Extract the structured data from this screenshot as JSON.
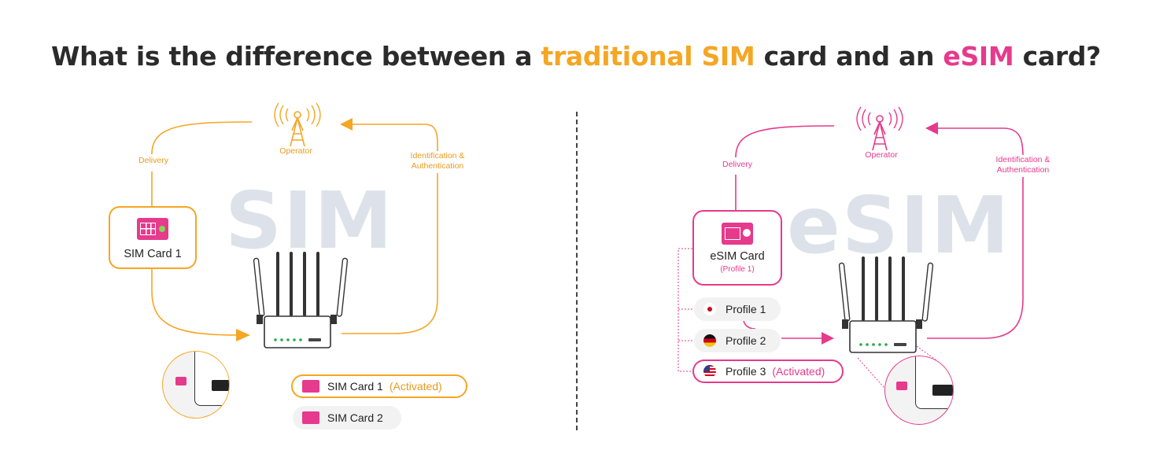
{
  "title": {
    "part1": "What is the difference between a ",
    "sim_word": "traditional SIM",
    "part2": " card and an ",
    "esim_word": "eSIM",
    "part3": " card?"
  },
  "colors": {
    "sim_accent": "#F5A623",
    "esim_accent": "#E63A8D",
    "watermark": "#dde2ea",
    "text": "#2b2b2b"
  },
  "sim_panel": {
    "watermark": "SIM",
    "operator_label": "Operator",
    "delivery_label": "Delivery",
    "identification_label": "Identification &\nAuthentication",
    "card_label": "SIM Card 1",
    "options": [
      {
        "label": "SIM Card 1",
        "status": "(Activated)"
      },
      {
        "label": "SIM Card 2",
        "status": ""
      }
    ],
    "icons": [
      "tower-icon",
      "sim-card-icon",
      "router-icon"
    ]
  },
  "esim_panel": {
    "watermark": "eSIM",
    "operator_label": "Operator",
    "delivery_label": "Delivery",
    "identification_label": "Identification &\nAuthentication",
    "card_label": "eSIM Card",
    "card_sub": "(Profile 1)",
    "profiles": [
      {
        "label": "Profile 1",
        "status": "",
        "flag": "japan-flag-icon"
      },
      {
        "label": "Profile 2",
        "status": "",
        "flag": "germany-flag-icon"
      },
      {
        "label": "Profile 3",
        "status": "(Activated)",
        "flag": "usa-flag-icon"
      }
    ],
    "icons": [
      "tower-icon",
      "esim-card-icon",
      "router-icon"
    ]
  }
}
